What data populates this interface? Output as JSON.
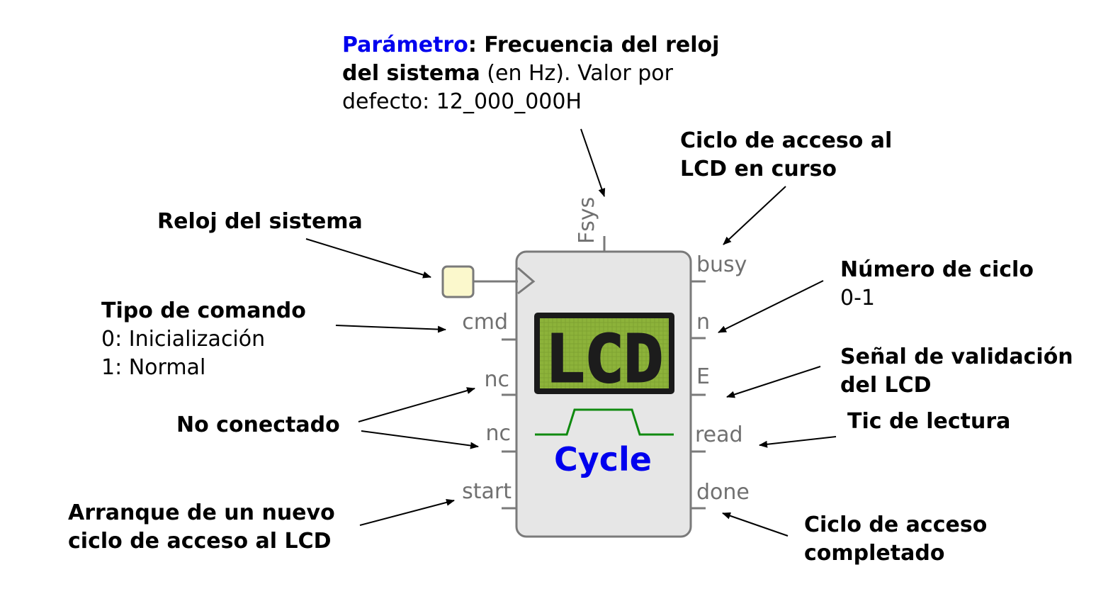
{
  "block": {
    "name": "Cycle",
    "display_text": "LCD",
    "param_port": "Fsys",
    "clock_port": "",
    "inputs": [
      "cmd",
      "nc",
      "nc",
      "start"
    ],
    "outputs": [
      "busy",
      "n",
      "E",
      "read",
      "done"
    ]
  },
  "annotations": {
    "param": {
      "label": "Parámetro",
      "sep": ":",
      "title_l1": " Frecuencia del reloj",
      "title_l2": "del sistema",
      "rest_l2": " (en Hz). Valor por",
      "line3": "defecto: 12_000_000H"
    },
    "busy": {
      "line1": "Ciclo de acceso al",
      "line2": "LCD en curso"
    },
    "clock": {
      "title": "Reloj del sistema"
    },
    "cmd": {
      "title": "Tipo de comando",
      "line1": "0: Inicialización",
      "line2": "1: Normal"
    },
    "n": {
      "title": "Número de ciclo",
      "line1": "0-1"
    },
    "e": {
      "line1": "Señal de validación",
      "line2": "del LCD"
    },
    "nc": {
      "title": "No conectado"
    },
    "read": {
      "title": "Tic de lectura"
    },
    "start": {
      "line1": "Arranque de un nuevo",
      "line2": "ciclo de acceso al LCD"
    },
    "done": {
      "line1": "Ciclo de acceso",
      "line2": "completado"
    }
  },
  "colors": {
    "param_label": "#0000ee",
    "cycle_label": "#0000ee",
    "block_fill": "#e6e6e6",
    "block_stroke": "#7a7a7a",
    "lcd_screen": "#8db33a",
    "clock_fill": "#fbf8cc",
    "waveform": "#108a10"
  }
}
